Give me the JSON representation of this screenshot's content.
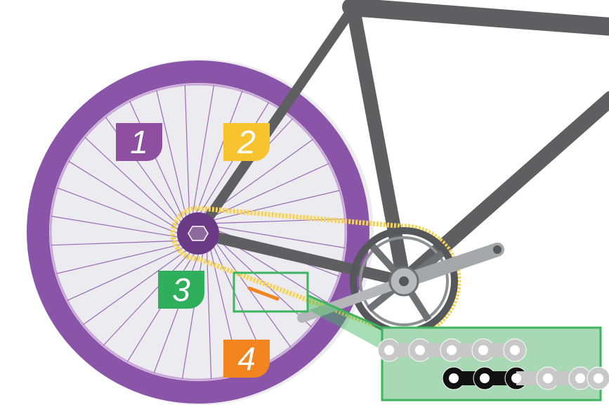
{
  "labels": [
    {
      "number": "1",
      "color": "#8e4fa0"
    },
    {
      "number": "2",
      "color": "#f7c32e"
    },
    {
      "number": "3",
      "color": "#2fae5c"
    },
    {
      "number": "4",
      "color": "#f2851f"
    }
  ],
  "colors": {
    "tire": "#8a55a8",
    "frame": "#5f5f62",
    "chain": "#f5d34e",
    "highlight": "#3cb55e",
    "inset_bg": "#a8d9b4",
    "chain_link": "#c8c8c8",
    "chain_link_dark": "#111111"
  }
}
